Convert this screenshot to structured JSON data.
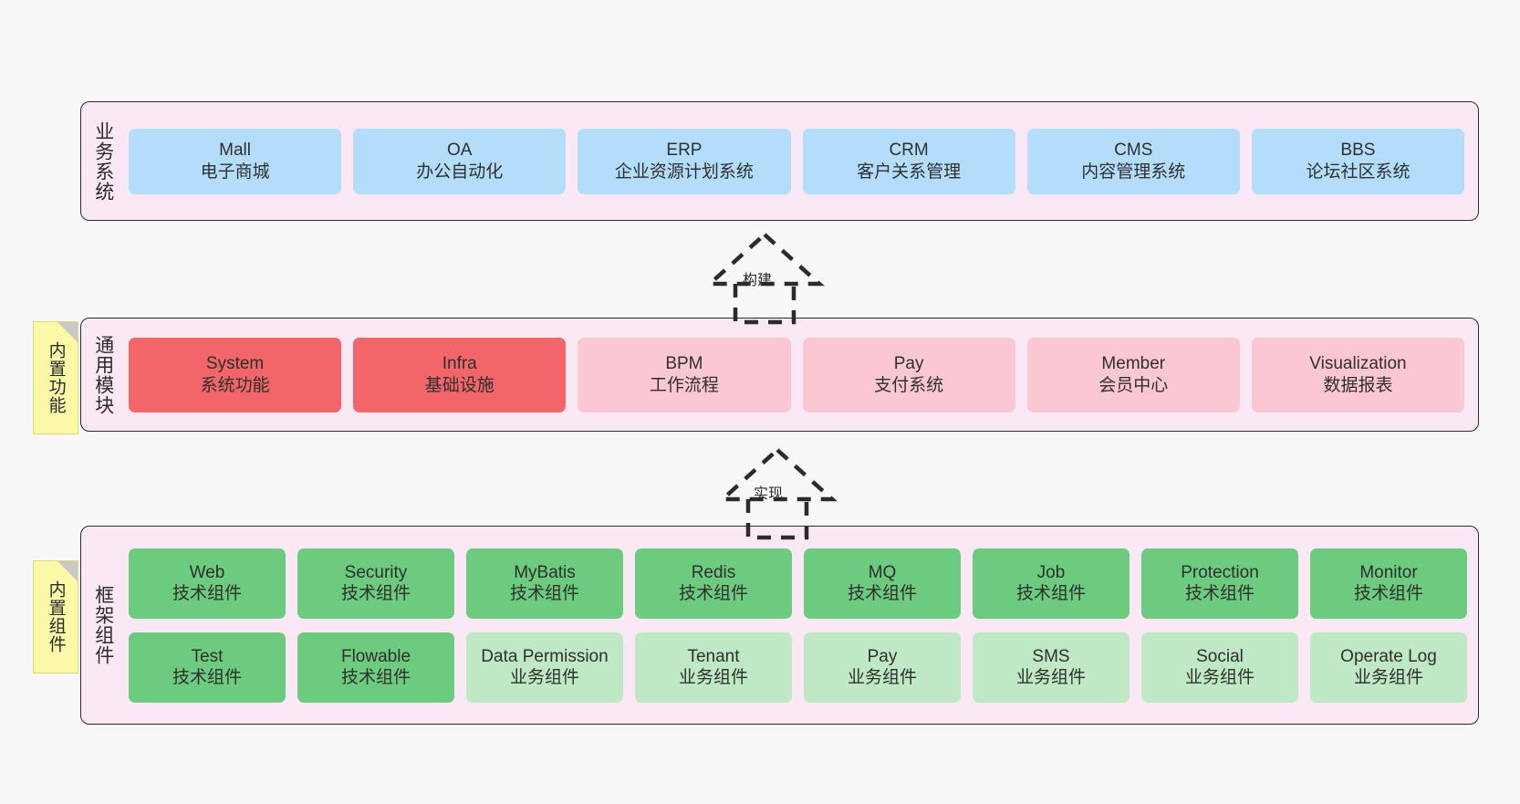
{
  "layers": [
    {
      "id": "business",
      "title": "业务系统",
      "cards": [
        {
          "t1": "Mall",
          "t2": "电子商城",
          "style": "blue"
        },
        {
          "t1": "OA",
          "t2": "办公自动化",
          "style": "blue"
        },
        {
          "t1": "ERP",
          "t2": "企业资源计划系统",
          "style": "blue"
        },
        {
          "t1": "CRM",
          "t2": "客户关系管理",
          "style": "blue"
        },
        {
          "t1": "CMS",
          "t2": "内容管理系统",
          "style": "blue"
        },
        {
          "t1": "BBS",
          "t2": "论坛社区系统",
          "style": "blue"
        }
      ]
    },
    {
      "id": "common",
      "title": "通用模块",
      "cards": [
        {
          "t1": "System",
          "t2": "系统功能",
          "style": "red"
        },
        {
          "t1": "Infra",
          "t2": "基础设施",
          "style": "red"
        },
        {
          "t1": "BPM",
          "t2": "工作流程",
          "style": "pink"
        },
        {
          "t1": "Pay",
          "t2": "支付系统",
          "style": "pink"
        },
        {
          "t1": "Member",
          "t2": "会员中心",
          "style": "pink"
        },
        {
          "t1": "Visualization",
          "t2": "数据报表",
          "style": "pink"
        }
      ]
    },
    {
      "id": "framework",
      "title": "框架组件",
      "rows": [
        [
          {
            "t1": "Web",
            "t2": "技术组件",
            "style": "green"
          },
          {
            "t1": "Security",
            "t2": "技术组件",
            "style": "green"
          },
          {
            "t1": "MyBatis",
            "t2": "技术组件",
            "style": "green"
          },
          {
            "t1": "Redis",
            "t2": "技术组件",
            "style": "green"
          },
          {
            "t1": "MQ",
            "t2": "技术组件",
            "style": "green"
          },
          {
            "t1": "Job",
            "t2": "技术组件",
            "style": "green"
          },
          {
            "t1": "Protection",
            "t2": "技术组件",
            "style": "green"
          },
          {
            "t1": "Monitor",
            "t2": "技术组件",
            "style": "green"
          }
        ],
        [
          {
            "t1": "Test",
            "t2": "技术组件",
            "style": "green"
          },
          {
            "t1": "Flowable",
            "t2": "技术组件",
            "style": "green"
          },
          {
            "t1": "Data Permission",
            "t2": "业务组件",
            "style": "lgreen"
          },
          {
            "t1": "Tenant",
            "t2": "业务组件",
            "style": "lgreen"
          },
          {
            "t1": "Pay",
            "t2": "业务组件",
            "style": "lgreen"
          },
          {
            "t1": "SMS",
            "t2": "业务组件",
            "style": "lgreen"
          },
          {
            "t1": "Social",
            "t2": "业务组件",
            "style": "lgreen"
          },
          {
            "t1": "Operate Log",
            "t2": "业务组件",
            "style": "lgreen"
          }
        ]
      ]
    }
  ],
  "sticky_notes": [
    {
      "id": "common",
      "text": "内置功能"
    },
    {
      "id": "framework",
      "text": "内置组件"
    }
  ],
  "arrows": [
    {
      "id": "build",
      "label": "构建"
    },
    {
      "id": "impl",
      "label": "实现"
    }
  ],
  "colors": {
    "canvas_bg": "#f8f8f8",
    "layer_bg": "#fae8f4",
    "layer_border": "#2b2b2b",
    "blue": "#b3ddfb",
    "red": "#f2666a",
    "pink": "#fbc7d2",
    "green": "#6ccb7f",
    "light_green": "#bfe8c5",
    "sticky": "#fbf8a8",
    "sticky_fold": "#c9c9c9",
    "text": "#2f2f2f"
  }
}
